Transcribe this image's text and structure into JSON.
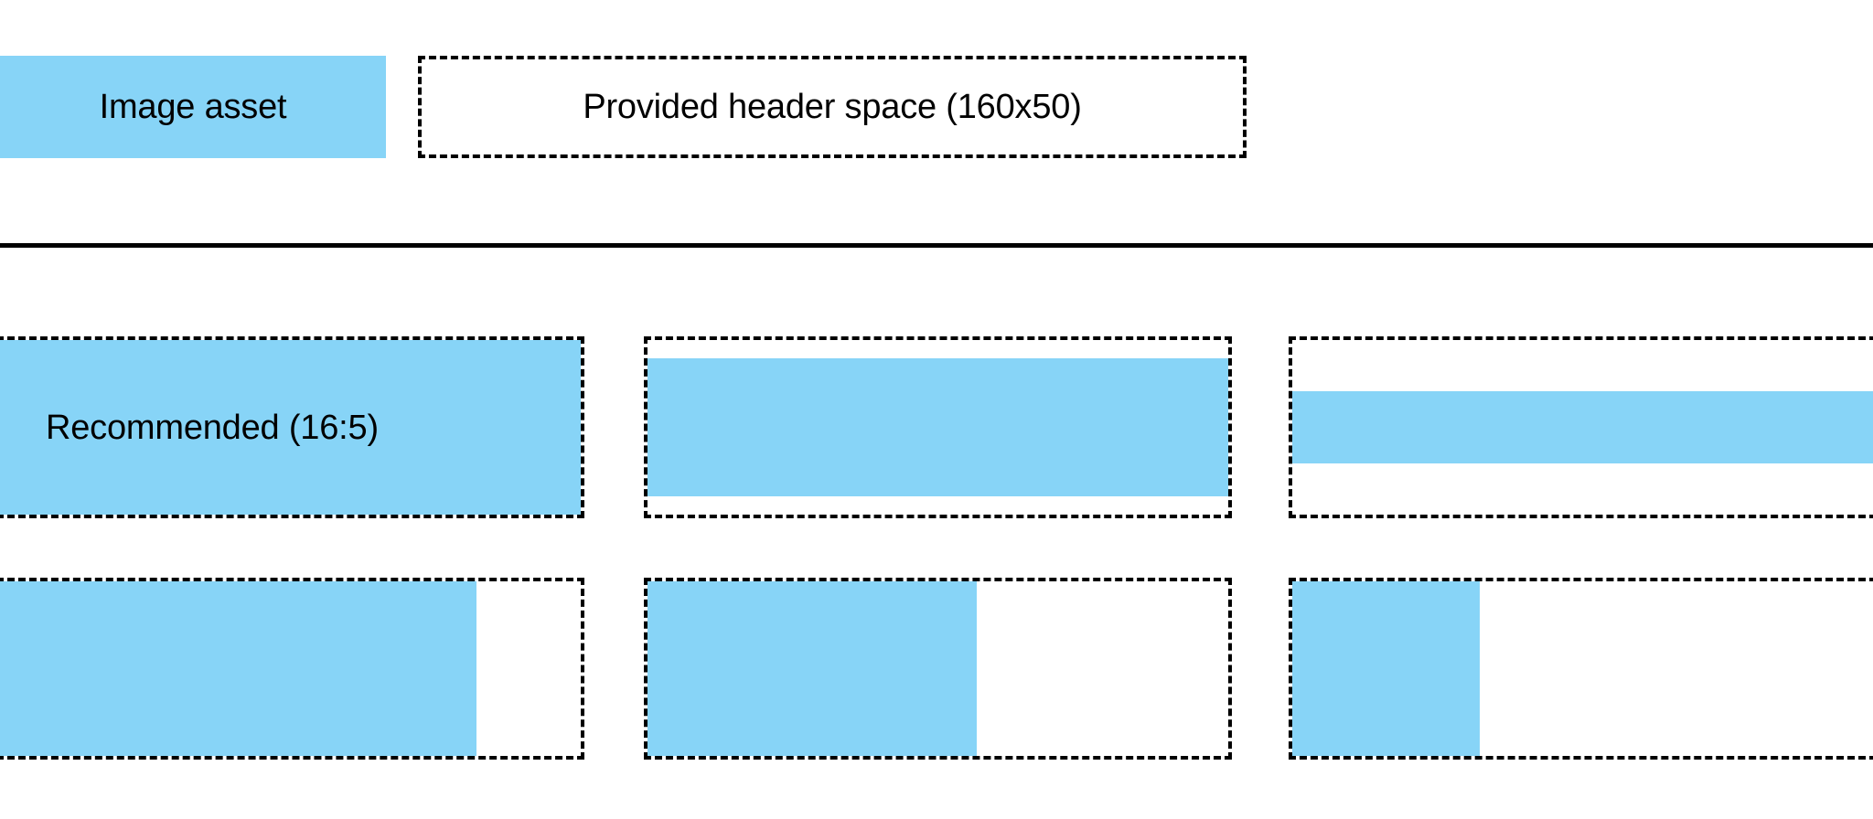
{
  "page": {
    "background_color": "#ffffff",
    "fill_color": "#87d4f7",
    "outline_color": "#000000",
    "divider_color": "#000000"
  },
  "header": {
    "image_asset": {
      "label": "Image asset",
      "style": "solid-fill"
    },
    "provided_space": {
      "label": "Provided header space (160x50)",
      "style": "dashed-outline"
    }
  },
  "grid": {
    "rows": [
      {
        "name": "aspect-ratio-row",
        "cells": [
          {
            "caption": "Recommended (16:5)",
            "fill_style": "full-bleed",
            "fill_coverage": "100%"
          },
          {
            "caption": "",
            "fill_style": "inset-vertical-small",
            "fill_coverage": "100% width, 80% height"
          },
          {
            "caption": "",
            "fill_style": "inset-vertical-large",
            "fill_coverage": "100% width, 44% height"
          }
        ]
      },
      {
        "name": "width-coverage-row",
        "cells": [
          {
            "caption": "",
            "fill_style": "left-aligned",
            "fill_coverage": "81% width, 100% height"
          },
          {
            "caption": "",
            "fill_style": "left-aligned",
            "fill_coverage": "56% width, 100% height"
          },
          {
            "caption": "",
            "fill_style": "left-aligned",
            "fill_coverage": "32% width, 100% height"
          }
        ]
      }
    ]
  }
}
